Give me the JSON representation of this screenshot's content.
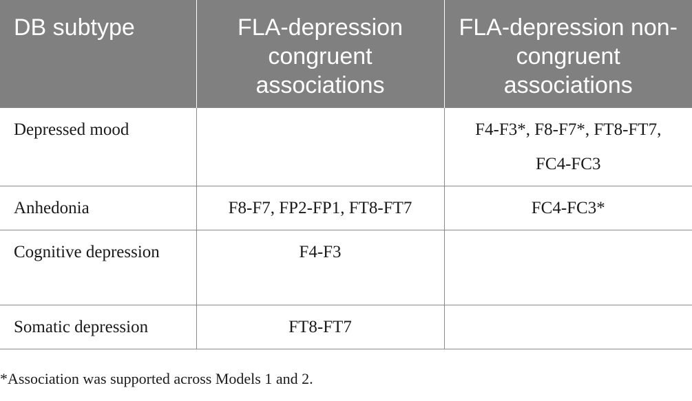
{
  "table": {
    "headers": [
      "DB subtype",
      "FLA-depression congruent associations",
      "FLA-depression non-congruent associations"
    ],
    "rows": [
      {
        "subtype": "Depressed mood",
        "congruent": "",
        "noncongruent": "F4-F3*, F8-F7*, FT8-FT7, FC4-FC3"
      },
      {
        "subtype": "Anhedonia",
        "congruent": "F8-F7, FP2-FP1, FT8-FT7",
        "noncongruent": "FC4-FC3*"
      },
      {
        "subtype": "Cognitive depression",
        "congruent": "F4-F3",
        "noncongruent": ""
      },
      {
        "subtype": "Somatic depression",
        "congruent": "FT8-FT7",
        "noncongruent": ""
      }
    ]
  },
  "footnote": "*Association was supported across Models 1 and 2."
}
